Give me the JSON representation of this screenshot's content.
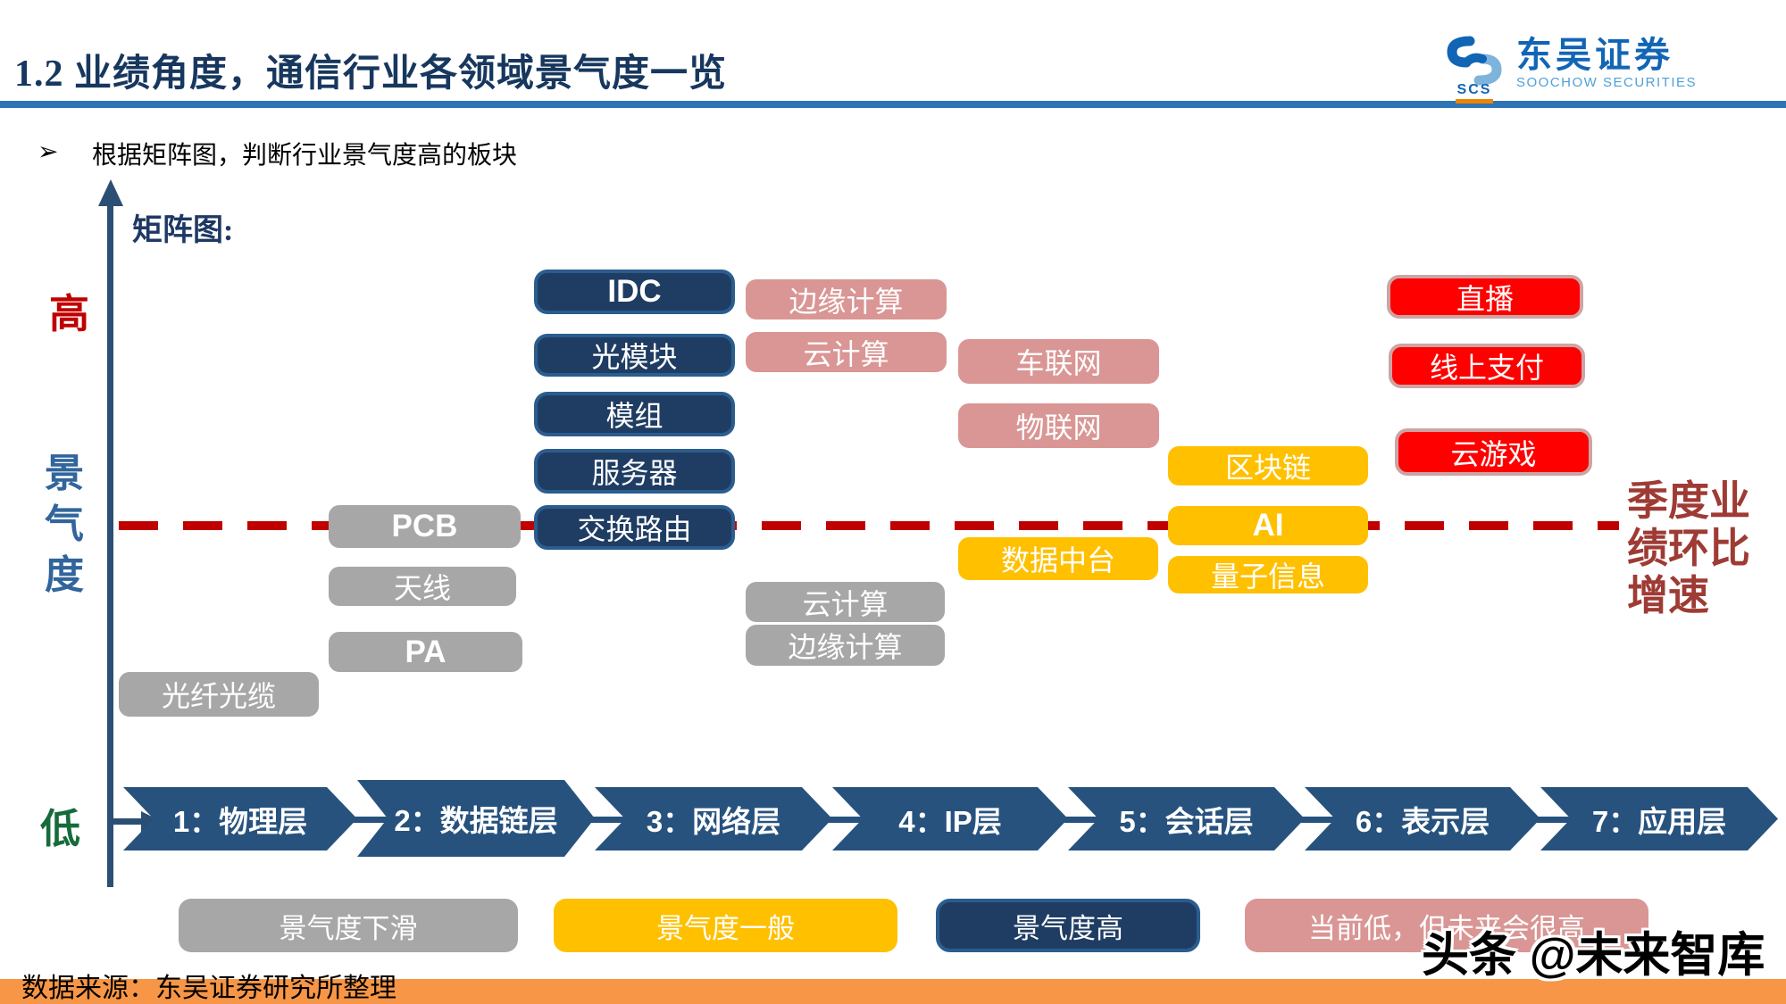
{
  "slide": {
    "title": "1.2 业绩角度，通信行业各领域景气度一览",
    "bullet_marker": "➢",
    "bullet": "根据矩阵图，判断行业景气度高的板块",
    "source": "数据来源：东吴证券研究所整理",
    "watermark": "头条 @未来智库"
  },
  "logo": {
    "cn": "东吴证券",
    "en": "SOOCHOW SECURITIES",
    "abbr": "SCS"
  },
  "matrix": {
    "title": "矩阵图:",
    "axis": {
      "high": "高",
      "y_label": "景气度",
      "low": "低",
      "threshold": "季度业绩环比增速"
    },
    "boxes": [
      {
        "label": "IDC",
        "category": "navy"
      },
      {
        "label": "光模块",
        "category": "navy"
      },
      {
        "label": "模组",
        "category": "navy"
      },
      {
        "label": "服务器",
        "category": "navy"
      },
      {
        "label": "交换路由",
        "category": "navy"
      },
      {
        "label": "PCB",
        "category": "gray"
      },
      {
        "label": "天线",
        "category": "gray"
      },
      {
        "label": "PA",
        "category": "gray"
      },
      {
        "label": "光纤光缆",
        "category": "gray"
      },
      {
        "label": "边缘计算",
        "category": "pink"
      },
      {
        "label": "云计算",
        "category": "pink"
      },
      {
        "label": "车联网",
        "category": "pink"
      },
      {
        "label": "物联网",
        "category": "pink"
      },
      {
        "label": "云计算",
        "category": "gray"
      },
      {
        "label": "边缘计算",
        "category": "gray"
      },
      {
        "label": "数据中台",
        "category": "yellow"
      },
      {
        "label": "区块链",
        "category": "yellow"
      },
      {
        "label": "AI",
        "category": "yellow"
      },
      {
        "label": "量子信息",
        "category": "yellow"
      },
      {
        "label": "直播",
        "category": "red"
      },
      {
        "label": "线上支付",
        "category": "red"
      },
      {
        "label": "云游戏",
        "category": "red"
      }
    ]
  },
  "osi_layers": [
    "1：物理层",
    "2：数据链层",
    "3：网络层",
    "4：IP层",
    "5：会话层",
    "6：表示层",
    "7：应用层"
  ],
  "legend": [
    {
      "label": "景气度下滑",
      "category": "gray"
    },
    {
      "label": "景气度一般",
      "category": "yellow"
    },
    {
      "label": "景气度高",
      "category": "navy"
    },
    {
      "label": "当前低，但未来会很高",
      "category": "pink"
    }
  ],
  "colors": {
    "navy": "#1F3D63",
    "navy_border": "#2B5D8E",
    "gray": "#A7A7A7",
    "pink": "#D99694",
    "yellow": "#FFC000",
    "red": "#FF0000",
    "dashed_line": "#C00000",
    "high_text": "#C00000",
    "low_text": "#176B3A",
    "threshold_text": "#9E3B34",
    "arrow_navy": "#27527E",
    "divider": "#2E75B6",
    "orange_bar": "#F79646",
    "title": "#17375E",
    "logo_blue": "#1265B5"
  }
}
